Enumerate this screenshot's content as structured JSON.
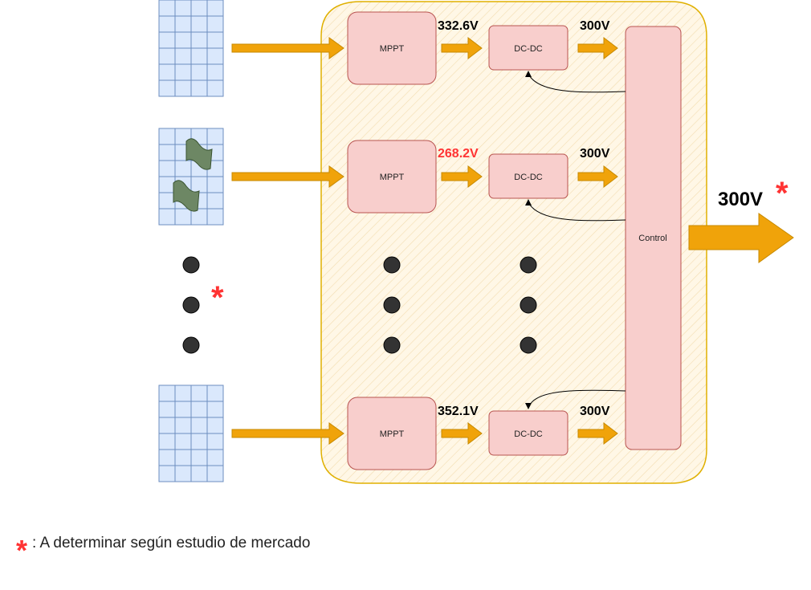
{
  "colors": {
    "panel_fill": "#dae8fc",
    "panel_stroke": "#6c8ebf",
    "shade": "#6d8764",
    "box_fill": "#f8cecc",
    "box_stroke": "#b85450",
    "enclosure_fill": "#fff2cc",
    "enclosure_stroke": "#d6b656",
    "arrow": "#f0a30a",
    "highlight": "#ff3333",
    "dot": "#333333"
  },
  "rows": [
    {
      "mppt_label": "MPPT",
      "mppt_voltage": "332.6V",
      "dcdc_label": "DC-DC",
      "output_voltage": "300V",
      "shaded": false
    },
    {
      "mppt_label": "MPPT",
      "mppt_voltage": "268.2V",
      "dcdc_label": "DC-DC",
      "output_voltage": "300V",
      "shaded": true
    },
    {
      "mppt_label": "MPPT",
      "mppt_voltage": "352.1V",
      "dcdc_label": "DC-DC",
      "output_voltage": "300V",
      "shaded": false
    }
  ],
  "control_label": "Control",
  "main_output": "300V",
  "asterisk": "*",
  "footnote": ": A determinar según estudio de mercado"
}
